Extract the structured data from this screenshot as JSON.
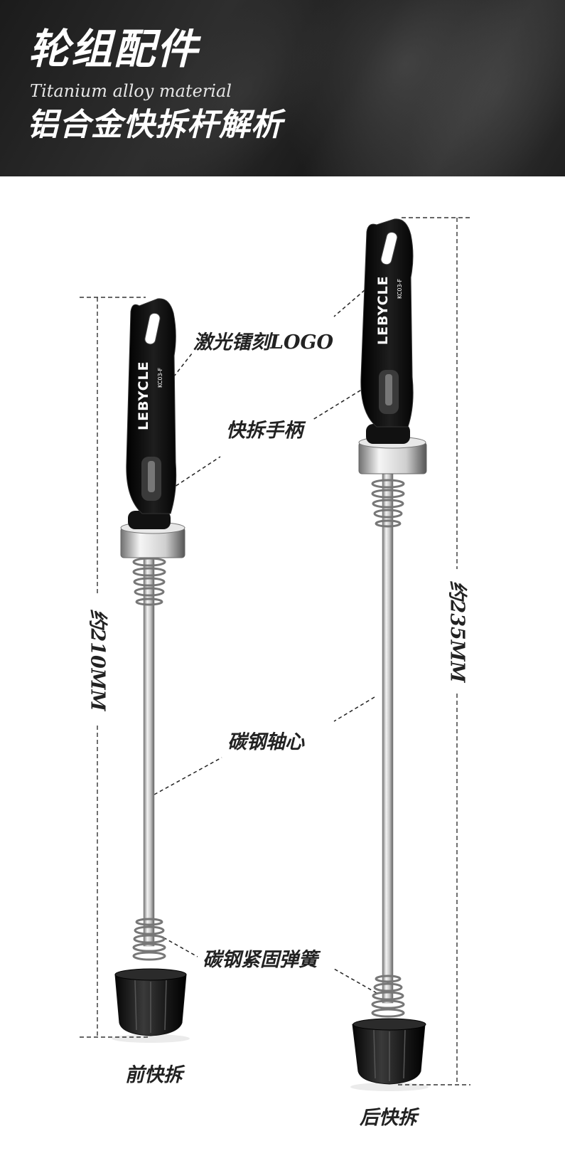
{
  "header": {
    "title": "轮组配件",
    "subtitle": "Titanium alloy material",
    "subtitle2": "铝合金快拆杆解析"
  },
  "brand": {
    "logo_text": "LEBYCLE",
    "model_text": "KC03-F"
  },
  "callouts": {
    "laser_logo": "激光镭刻LOGO",
    "handle": "快拆手柄",
    "axle": "碳钢轴心",
    "spring": "碳钢紧固弹簧"
  },
  "dimensions": {
    "front_length": "约210MM",
    "rear_length": "约235MM"
  },
  "products": {
    "front_name": "前快拆",
    "rear_name": "后快拆"
  },
  "colors": {
    "header_bg": "#1f1f1f",
    "lever": "#0d0d0d",
    "metal": "#c8c8c8",
    "text": "#222222"
  }
}
